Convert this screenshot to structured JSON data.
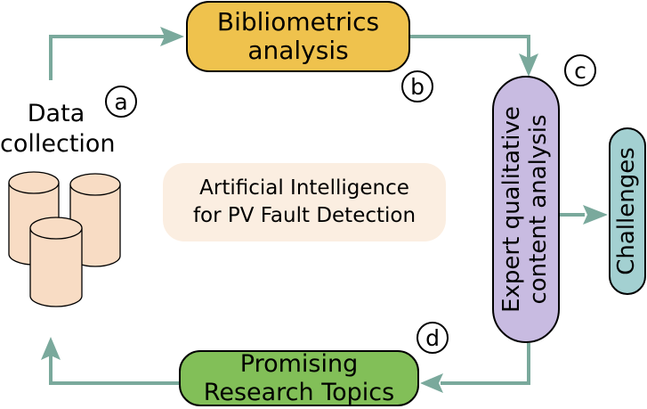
{
  "diagram": {
    "nodes": {
      "data_collection": {
        "lines": [
          "Data",
          "collection"
        ],
        "badge": "a",
        "icon": "database-cylinders-icon"
      },
      "bibliometrics": {
        "lines": [
          "Bibliometrics",
          "analysis"
        ],
        "badge": "b"
      },
      "expert": {
        "lines": [
          "Expert qualitative",
          "content analysis"
        ],
        "badge": "c"
      },
      "promising": {
        "lines": [
          "Promising",
          "Research Topics"
        ],
        "badge": "d"
      },
      "challenges": {
        "label": "Challenges"
      }
    },
    "center": {
      "lines": [
        "Artificial Intelligence",
        "for PV Fault Detection"
      ]
    },
    "colors": {
      "arrow": "#7aa99c",
      "bibliometrics": "#efc24d",
      "expert": "#c8bbe1",
      "promising": "#82bf58",
      "challenges": "#a3d0d1",
      "center_bg": "#fbeee1",
      "cylinder": "#f8dcc4"
    }
  }
}
